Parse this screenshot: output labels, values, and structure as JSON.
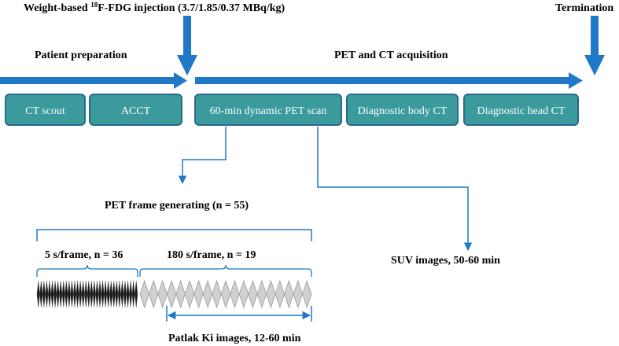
{
  "labels": {
    "injection_prefix": "Weight-based ",
    "injection_sup": "18",
    "injection_suffix": "F-FDG injection (3.7/1.85/0.37 MBq/kg)",
    "termination": "Termination",
    "patient_preparation": "Patient preparation",
    "acquisition": "PET and CT acquisition",
    "frame_generating": "PET frame generating (n = 55)",
    "frames_short": "5 s/frame, n = 36",
    "frames_long": "180 s/frame, n = 19",
    "suv": "SUV images, 50-60 min",
    "patlak": "Patlak Ki images, 12-60 min"
  },
  "boxes": [
    {
      "id": "ct-scout",
      "label": "CT scout"
    },
    {
      "id": "acct",
      "label": "ACCT"
    },
    {
      "id": "dynamic-pet",
      "label": "60-min dynamic PET scan"
    },
    {
      "id": "body-ct",
      "label": "Diagnostic body CT"
    },
    {
      "id": "head-ct",
      "label": "Diagnostic head CT"
    }
  ],
  "frames": {
    "short_count": 36,
    "long_count": 19
  },
  "colors": {
    "arrow": "#1F78C8",
    "box_fill": "#3A9A9C",
    "box_stroke": "#2A6A8E",
    "dark_frame": "#1a1a1a",
    "light_frame_fill": "#d0d0d0",
    "light_frame_stroke": "#9a9a9a"
  }
}
